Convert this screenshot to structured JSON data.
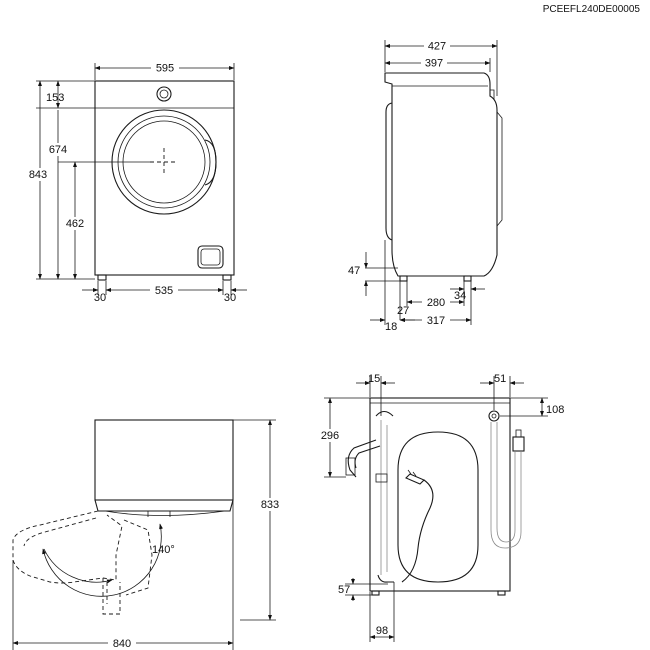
{
  "document_code": "PCEEFL240DE00005",
  "front_view": {
    "width": "595",
    "top_offset": "153",
    "door_center_height": "674",
    "total_height": "843",
    "door_lower_height": "462",
    "left_foot": "30",
    "foot_span": "535",
    "right_foot": "30"
  },
  "side_view": {
    "total_depth": "427",
    "body_depth": "397",
    "foot_height": "47",
    "foot_span": "280",
    "rear_foot": "34",
    "front_offset": "27",
    "front_inset": "18",
    "depth_to_foot": "317"
  },
  "door_view": {
    "height": "833",
    "open_angle": "140°",
    "open_width": "840"
  },
  "rear_view": {
    "left_hose_offset": "15",
    "right_hose_offset": "51",
    "top_offset": "108",
    "hose_height": "296",
    "bottom_offset": "57",
    "drain_offset": "98"
  }
}
